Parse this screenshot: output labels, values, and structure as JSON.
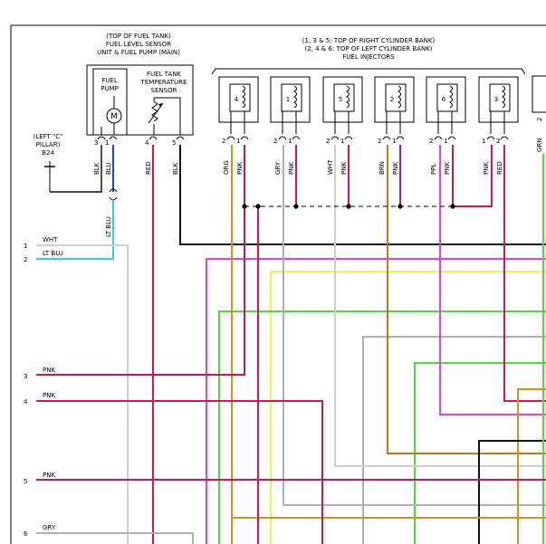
{
  "sensor": {
    "title_lines": [
      "(TOP OF FUEL TANK)",
      "FUEL LEVEL SENSOR",
      "UNIT & FUEL PUMP (MAIN)"
    ],
    "pump_label": [
      "FUEL",
      "PUMP"
    ],
    "temp_label": [
      "FUEL TANK",
      "TEMPERATURE",
      "SENSOR"
    ],
    "motor_symbol": "M",
    "pins": [
      "3",
      "1",
      "4",
      "5"
    ],
    "wire_labels": [
      "BLK",
      "BLU",
      "RED",
      "BLK"
    ]
  },
  "pillar": {
    "lines": [
      "(LEFT \"C\"",
      "PILLAR)",
      "B24"
    ]
  },
  "lt_blu_label": "LT BLU",
  "injectors": {
    "title_lines": [
      "(1, 3 & 5: TOP OF RIGHT CYLINDER BANK)",
      "(2, 4 & 6: TOP OF LEFT CYLINDER BANK)",
      "FUEL INJECTORS"
    ],
    "items": [
      {
        "number": "4",
        "pin_left": "2",
        "pin_right": "1",
        "wire_left": "ORG",
        "wire_right": "PNK"
      },
      {
        "number": "1",
        "pin_left": "2",
        "pin_right": "1",
        "wire_left": "GRY",
        "wire_right": "PNK"
      },
      {
        "number": "5",
        "pin_left": "2",
        "pin_right": "1",
        "wire_left": "WHT",
        "wire_right": "PNK"
      },
      {
        "number": "2",
        "pin_left": "2",
        "pin_right": "1",
        "wire_left": "BRN",
        "wire_right": "PNK"
      },
      {
        "number": "6",
        "pin_left": "2",
        "pin_right": "1",
        "wire_left": "PPL",
        "wire_right": "PNK"
      },
      {
        "number": "3",
        "pin_left": "1",
        "pin_right": "2",
        "wire_left": "PNK",
        "wire_right": "RED"
      }
    ]
  },
  "partial_component": {
    "pin": "2",
    "wire": "GRN"
  },
  "left_terminals": [
    {
      "number": "1",
      "wire": "WHT"
    },
    {
      "number": "2",
      "wire": "LT BLU"
    },
    {
      "number": "3",
      "wire": "PNK"
    },
    {
      "number": "4",
      "wire": "PNK"
    },
    {
      "number": "5",
      "wire": "PNK"
    },
    {
      "number": "6",
      "wire": "GRY"
    }
  ],
  "colors": {
    "PNK": "#d4145a",
    "RED": "#d4145a",
    "WHT": "#cfcfcf",
    "GRY": "#b0b0b0",
    "LT_BLU": "#33ccee",
    "BLU": "#2244cc",
    "ORG": "#e08a1a",
    "YEL": "#f2f24a",
    "GRN": "#4cdb3a",
    "MAG": "#e040e0",
    "BRN": "#c07a14",
    "BLK": "#111111",
    "FRAME": "#000000"
  }
}
